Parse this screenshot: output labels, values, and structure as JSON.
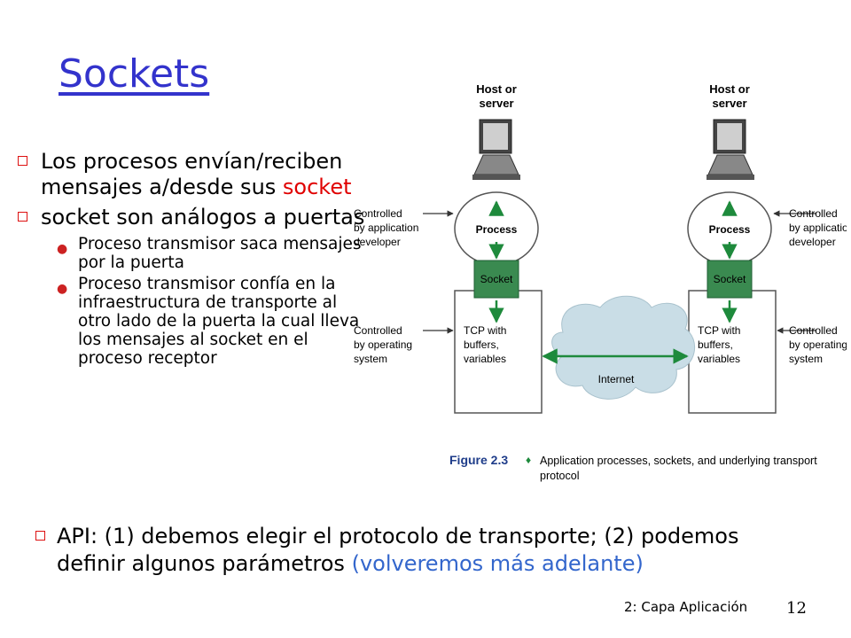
{
  "slide": {
    "title": "Sockets",
    "bullets": [
      {
        "text_a": "Los procesos envían/reciben mensajes a/desde sus ",
        "text_red": "socket"
      },
      {
        "text": "socket son análogos a puertas",
        "sub": [
          "Proceso transmisor saca mensajes por la puerta",
          "Proceso transmisor confía en la infraestructura de transporte al otro lado de la puerta la cual lleva los mensajes al socket en el proceso receptor"
        ]
      }
    ],
    "api": {
      "text_a": "API: (1) debemos elegir el protocolo de transporte; (2) podemos definir algunos parámetros ",
      "text_blue": "(volveremos más adelante)"
    },
    "footer": "2: Capa Aplicación",
    "page_number": "12"
  },
  "figure": {
    "host_label_1": "Host or",
    "host_label_2": "server",
    "process": "Process",
    "socket": "Socket",
    "tcp_1": "TCP with",
    "tcp_2": "buffers,",
    "tcp_3": "variables",
    "internet": "Internet",
    "ctrl_app_1": "Controlled",
    "ctrl_app_2": "by application",
    "ctrl_app_3": "developer",
    "ctrl_os_1": "Controlled",
    "ctrl_os_2": "by operating",
    "ctrl_os_3": "system",
    "caption_label": "Figure 2.3",
    "caption_line1": "Application processes, sockets, and underlying transport",
    "caption_line2": "protocol"
  },
  "colors": {
    "title": "#3333cc",
    "highlight_red": "#e00000",
    "highlight_blue": "#3366cc",
    "socket_fill": "#3a8a50",
    "arrow": "#1e8a3c",
    "cloud": "#c9dde6"
  }
}
